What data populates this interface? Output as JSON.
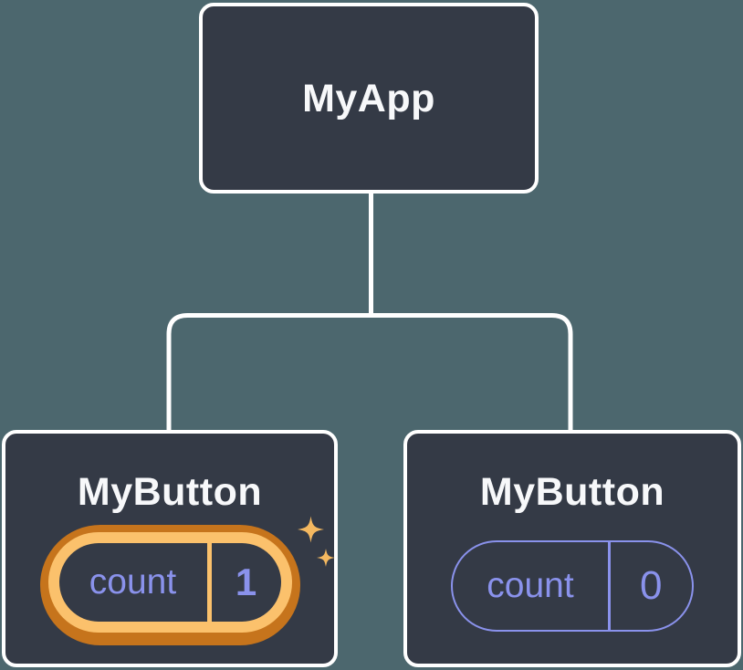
{
  "diagram": {
    "kind": "react-component-tree",
    "root": {
      "label": "MyApp"
    },
    "children": [
      {
        "label": "MyButton",
        "state": {
          "key": "count",
          "value": "1"
        },
        "highlighted": true,
        "sparkles": true
      },
      {
        "label": "MyButton",
        "state": {
          "key": "count",
          "value": "0"
        },
        "highlighted": false,
        "sparkles": false
      }
    ]
  },
  "icons": {
    "sparkle_large": "sparkle-icon",
    "sparkle_small": "sparkle-icon"
  },
  "colors": {
    "canvas_bg": "#4C676E",
    "node_bg": "#343A46",
    "node_border": "#FFFFFF",
    "title_text": "#F7F8FA",
    "accent_purple": "#8A92EC",
    "highlight_outer": "#C6741C",
    "highlight_inner": "#FBC16C",
    "sparkle": "#F4B860",
    "connector": "#FFFFFF"
  }
}
